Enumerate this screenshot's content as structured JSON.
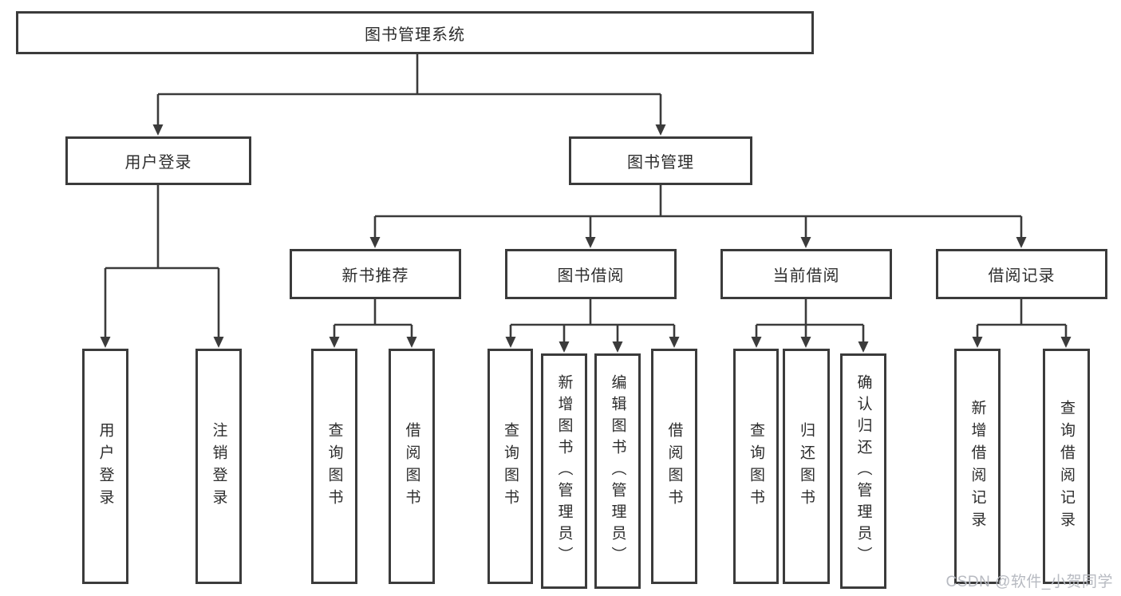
{
  "diagram": {
    "type": "hierarchy-tree",
    "orientation": "top-down",
    "colors": {
      "background": "#ffffff",
      "line": "#3b3b3b",
      "box_border": "#3b3b3b",
      "box_fill": "#ffffff",
      "text": "#2d2d2d",
      "watermark": "#b7bac1"
    }
  },
  "watermark": {
    "text": "CSDN @软件_小贺同学"
  },
  "tree": {
    "root": {
      "label": "图书管理系统",
      "children": [
        {
          "label": "用户登录",
          "children": [
            {
              "label": "用户登录"
            },
            {
              "label": "注销登录"
            }
          ]
        },
        {
          "label": "图书管理",
          "children": [
            {
              "label": "新书推荐",
              "children": [
                {
                  "label": "查询图书"
                },
                {
                  "label": "借阅图书"
                }
              ]
            },
            {
              "label": "图书借阅",
              "children": [
                {
                  "label": "查询图书"
                },
                {
                  "label": "新增图书（管理员）"
                },
                {
                  "label": "编辑图书（管理员）"
                },
                {
                  "label": "借阅图书"
                }
              ]
            },
            {
              "label": "当前借阅",
              "children": [
                {
                  "label": "查询图书"
                },
                {
                  "label": "归还图书"
                },
                {
                  "label": "确认归还（管理员）"
                }
              ]
            },
            {
              "label": "借阅记录",
              "children": [
                {
                  "label": "新增借阅记录"
                },
                {
                  "label": "查询借阅记录"
                }
              ]
            }
          ]
        }
      ]
    }
  }
}
